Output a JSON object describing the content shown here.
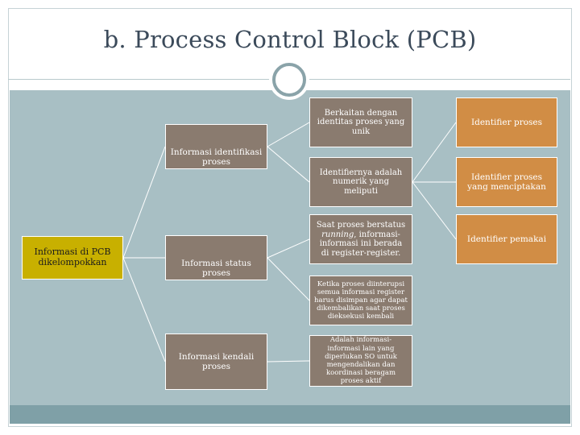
{
  "slide": {
    "title": "b. Process Control Block (PCB)"
  },
  "diagram": {
    "root": "Informasi di PCB dikelompokkan",
    "groups": [
      {
        "label": "Informasi identifikasi proses"
      },
      {
        "label": "Informasi status proses"
      },
      {
        "label": "Informasi kendali proses"
      }
    ],
    "details": [
      {
        "text": "Berkaitan dengan identitas proses yang unik"
      },
      {
        "text": "Identifiernya adalah numerik yang meliputi"
      },
      {
        "text_pre": "Saat proses berstatus ",
        "text_em": "running",
        "text_post": ", informasi-informasi ini berada di register-register."
      },
      {
        "text": "Ketika proses diinterupsi semua informasi register harus disimpan agar dapat dikembalikan saat proses dieksekusi kembali"
      },
      {
        "text": "Adalah informasi-informasi lain yang diperlukan SO untuk mengendalikan dan koordinasi beragam proses aktif"
      }
    ],
    "identifiers": [
      {
        "text": "Identifier proses"
      },
      {
        "text": "Identifier proses yang menciptakan"
      },
      {
        "text": "Identifier pemakai"
      }
    ]
  },
  "colors": {
    "root_fill": "#c8b000",
    "group_fill": "#8a7b6f",
    "identifier_fill": "#d18d45",
    "panel": "#a8bfc4",
    "footer": "#7fa0a7"
  }
}
